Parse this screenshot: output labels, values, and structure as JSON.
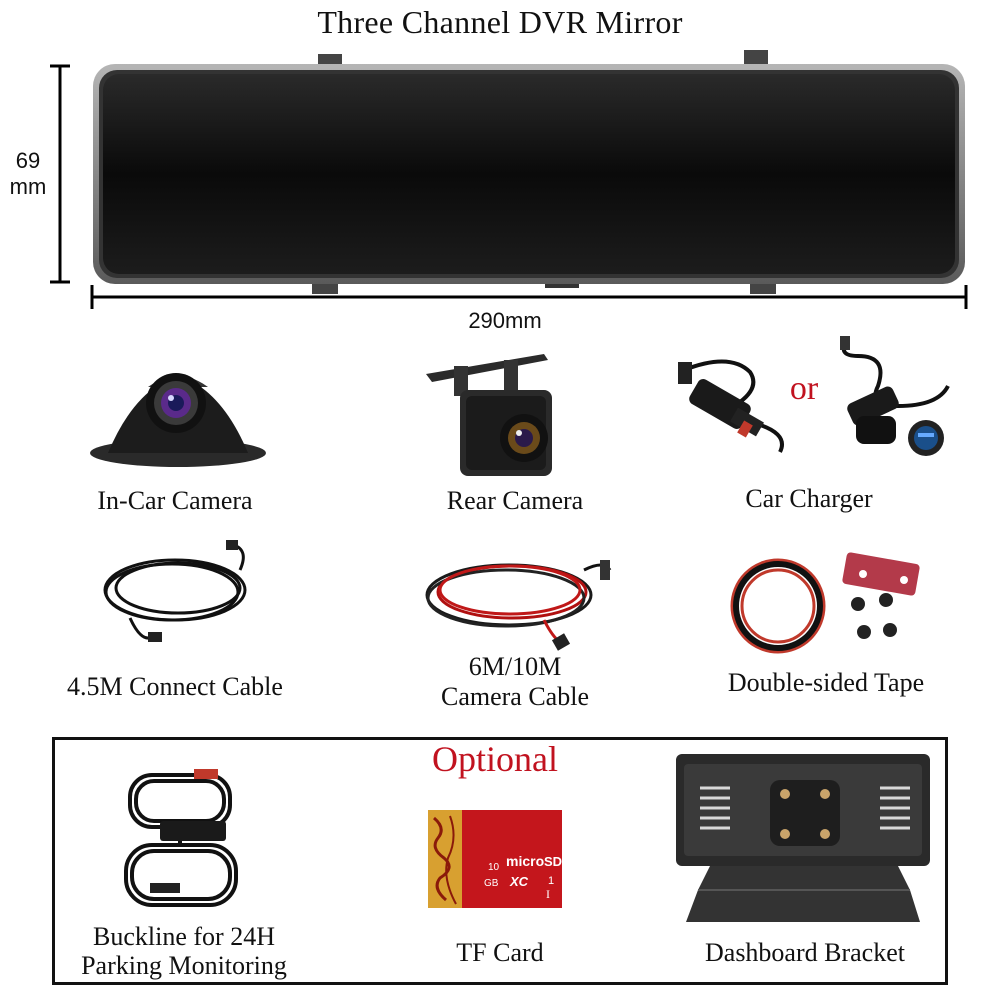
{
  "header": {
    "title": "Three Channel DVR Mirror"
  },
  "dimensions": {
    "height_value": "69",
    "height_unit": "mm",
    "width": "290mm"
  },
  "package_items": [
    {
      "label": "In-Car Camera"
    },
    {
      "label": "Rear Camera"
    },
    {
      "label": "Car Charger"
    },
    {
      "label": "4.5M Connect Cable"
    },
    {
      "label_line1": "6M/10M",
      "label_line2": "Camera Cable"
    },
    {
      "label": "Double-sided Tape"
    }
  ],
  "charger_or": "or",
  "optional": {
    "heading": "Optional",
    "items": [
      {
        "label_line1": "Buckline for 24H",
        "label_line2": "Parking Monitoring"
      },
      {
        "label": "TF Card"
      },
      {
        "label": "Dashboard Bracket"
      }
    ]
  },
  "tf_card": {
    "brand_text": "micro",
    "sd": "SD",
    "xc": "XC",
    "gb": "GB",
    "class": "10",
    "speed": "1",
    "bus": "I"
  },
  "colors": {
    "accent_red": "#c1121f",
    "mirror_face": "#0c0c0c",
    "mirror_frame": "#8a8a8a"
  }
}
